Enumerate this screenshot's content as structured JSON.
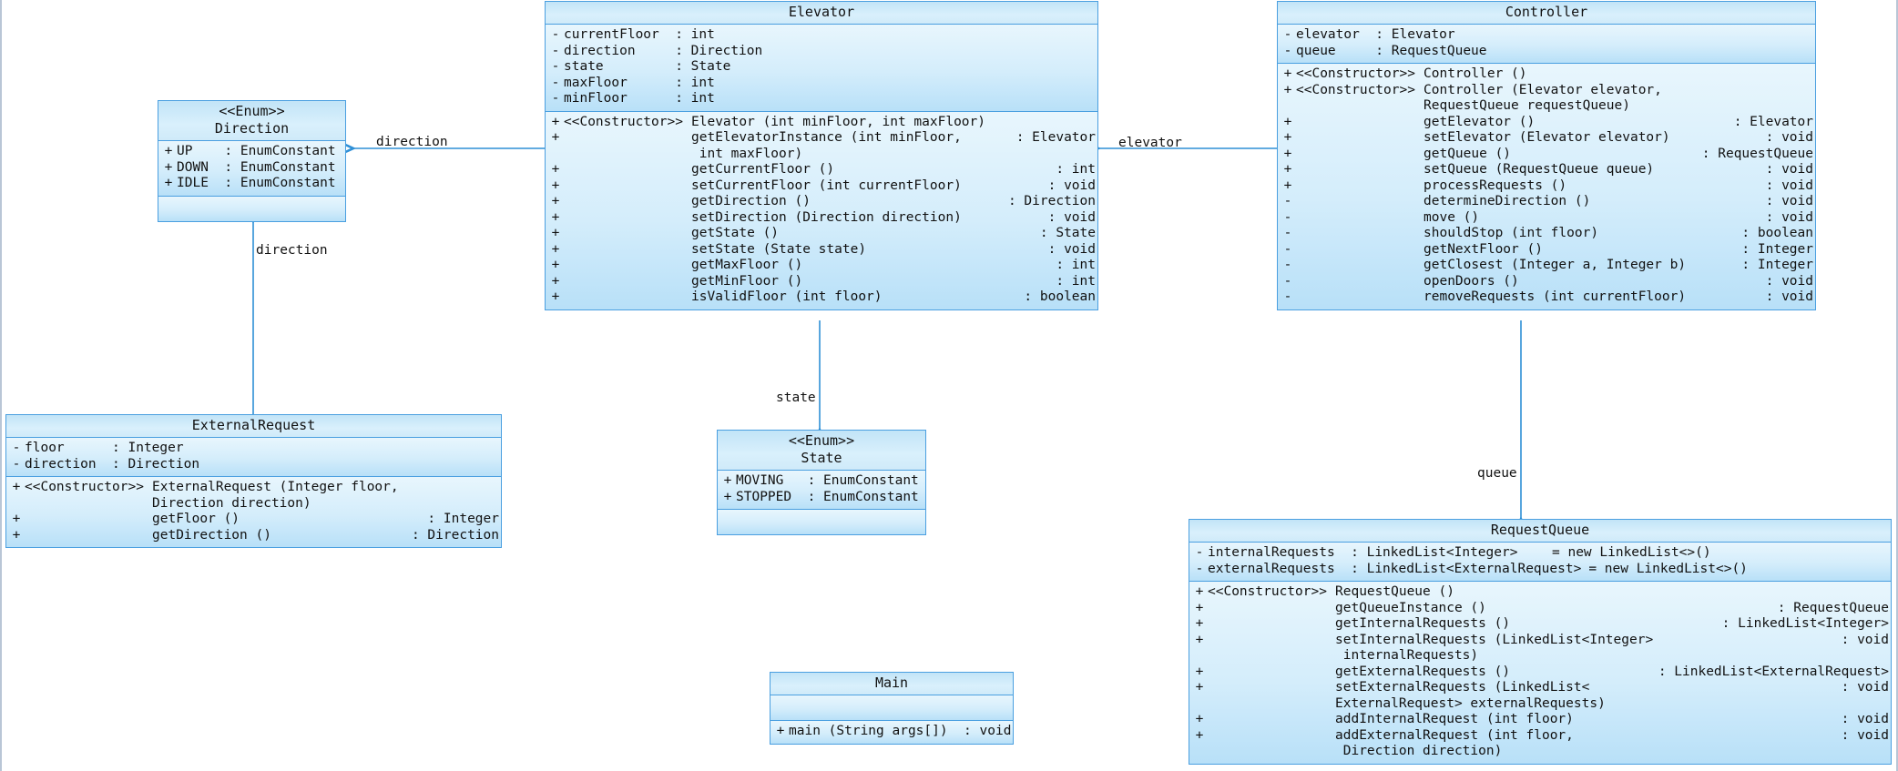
{
  "diagram": {
    "type": "uml-class-diagram",
    "accent": "#4a9fe0",
    "fill": "#cfeaf9"
  },
  "classes": {
    "elevator": {
      "name": "Elevator",
      "attributes": [
        {
          "vis": "-",
          "sig": "currentFloor  : int"
        },
        {
          "vis": "-",
          "sig": "direction     : Direction"
        },
        {
          "vis": "-",
          "sig": "state         : State"
        },
        {
          "vis": "-",
          "sig": "maxFloor      : int"
        },
        {
          "vis": "-",
          "sig": "minFloor      : int"
        }
      ],
      "operations": [
        {
          "vis": "+",
          "stereo": "<<Constructor>>",
          "sig": "Elevator (int minFloor, int maxFloor)",
          "ret": ""
        },
        {
          "vis": "+",
          "stereo": "",
          "sig": "getElevatorInstance (int minFloor,",
          "ret": ": Elevator"
        },
        {
          "vis": "",
          "stereo": "",
          "sig": " int maxFloor)",
          "ret": "",
          "cont": true
        },
        {
          "vis": "+",
          "stereo": "",
          "sig": "getCurrentFloor ()",
          "ret": ": int"
        },
        {
          "vis": "+",
          "stereo": "",
          "sig": "setCurrentFloor (int currentFloor)",
          "ret": ": void"
        },
        {
          "vis": "+",
          "stereo": "",
          "sig": "getDirection ()",
          "ret": ": Direction"
        },
        {
          "vis": "+",
          "stereo": "",
          "sig": "setDirection (Direction direction)",
          "ret": ": void"
        },
        {
          "vis": "+",
          "stereo": "",
          "sig": "getState ()",
          "ret": ": State"
        },
        {
          "vis": "+",
          "stereo": "",
          "sig": "setState (State state)",
          "ret": ": void"
        },
        {
          "vis": "+",
          "stereo": "",
          "sig": "getMaxFloor ()",
          "ret": ": int"
        },
        {
          "vis": "+",
          "stereo": "",
          "sig": "getMinFloor ()",
          "ret": ": int"
        },
        {
          "vis": "+",
          "stereo": "",
          "sig": "isValidFloor (int floor)",
          "ret": ": boolean"
        }
      ]
    },
    "controller": {
      "name": "Controller",
      "attributes": [
        {
          "vis": "-",
          "sig": "elevator  : Elevator"
        },
        {
          "vis": "-",
          "sig": "queue     : RequestQueue"
        }
      ],
      "operations": [
        {
          "vis": "+",
          "stereo": "<<Constructor>>",
          "sig": "Controller ()",
          "ret": ""
        },
        {
          "vis": "+",
          "stereo": "<<Constructor>>",
          "sig": "Controller (Elevator elevator,",
          "ret": ""
        },
        {
          "vis": "",
          "stereo": "",
          "sig": "RequestQueue requestQueue)",
          "ret": "",
          "cont": true,
          "indent": 138
        },
        {
          "vis": "+",
          "stereo": "",
          "sig": "getElevator ()",
          "ret": ": Elevator"
        },
        {
          "vis": "+",
          "stereo": "",
          "sig": "setElevator (Elevator elevator)",
          "ret": ": void"
        },
        {
          "vis": "+",
          "stereo": "",
          "sig": "getQueue ()",
          "ret": ": RequestQueue"
        },
        {
          "vis": "+",
          "stereo": "",
          "sig": "setQueue (RequestQueue queue)",
          "ret": ": void"
        },
        {
          "vis": "+",
          "stereo": "",
          "sig": "processRequests ()",
          "ret": ": void"
        },
        {
          "vis": "-",
          "stereo": "",
          "sig": "determineDirection ()",
          "ret": ": void"
        },
        {
          "vis": "-",
          "stereo": "",
          "sig": "move ()",
          "ret": ": void"
        },
        {
          "vis": "-",
          "stereo": "",
          "sig": "shouldStop (int floor)",
          "ret": ": boolean"
        },
        {
          "vis": "-",
          "stereo": "",
          "sig": "getNextFloor ()",
          "ret": ": Integer"
        },
        {
          "vis": "-",
          "stereo": "",
          "sig": "getClosest (Integer a, Integer b)",
          "ret": ": Integer"
        },
        {
          "vis": "-",
          "stereo": "",
          "sig": "openDoors ()",
          "ret": ": void"
        },
        {
          "vis": "-",
          "stereo": "",
          "sig": "removeRequests (int currentFloor)",
          "ret": ": void"
        }
      ]
    },
    "direction": {
      "stereotype": "<<Enum>>",
      "name": "Direction",
      "attributes": [
        {
          "vis": "+",
          "sig": "UP    : EnumConstant"
        },
        {
          "vis": "+",
          "sig": "DOWN  : EnumConstant"
        },
        {
          "vis": "+",
          "sig": "IDLE  : EnumConstant"
        }
      ],
      "operations": []
    },
    "state": {
      "stereotype": "<<Enum>>",
      "name": "State",
      "attributes": [
        {
          "vis": "+",
          "sig": "MOVING   : EnumConstant"
        },
        {
          "vis": "+",
          "sig": "STOPPED  : EnumConstant"
        }
      ],
      "operations": []
    },
    "external_request": {
      "name": "ExternalRequest",
      "attributes": [
        {
          "vis": "-",
          "sig": "floor      : Integer"
        },
        {
          "vis": "-",
          "sig": "direction  : Direction"
        }
      ],
      "operations": [
        {
          "vis": "+",
          "stereo": "<<Constructor>>",
          "sig": "ExternalRequest (Integer floor,",
          "ret": ""
        },
        {
          "vis": "",
          "stereo": "",
          "sig": "Direction direction)",
          "ret": "",
          "cont": true,
          "indent": 138
        },
        {
          "vis": "+",
          "stereo": "",
          "sig": "getFloor ()",
          "ret": ": Integer"
        },
        {
          "vis": "+",
          "stereo": "",
          "sig": "getDirection ()",
          "ret": ": Direction"
        }
      ]
    },
    "request_queue": {
      "name": "RequestQueue",
      "attributes": [
        {
          "vis": "-",
          "sig": "internalRequests  : LinkedList<Integer>",
          "init": "= new LinkedList<>()"
        },
        {
          "vis": "-",
          "sig": "externalRequests  : LinkedList<ExternalRequest>",
          "init": "= new LinkedList<>()"
        }
      ],
      "operations": [
        {
          "vis": "+",
          "stereo": "<<Constructor>>",
          "sig": "RequestQueue ()",
          "ret": ""
        },
        {
          "vis": "+",
          "stereo": "",
          "sig": "getQueueInstance ()",
          "ret": ": RequestQueue"
        },
        {
          "vis": "+",
          "stereo": "",
          "sig": "getInternalRequests ()",
          "ret": ": LinkedList<Integer>"
        },
        {
          "vis": "+",
          "stereo": "",
          "sig": "setInternalRequests (LinkedList<Integer>",
          "ret": ": void"
        },
        {
          "vis": "",
          "stereo": "",
          "sig": " internalRequests)",
          "ret": "",
          "cont": true
        },
        {
          "vis": "+",
          "stereo": "",
          "sig": "getExternalRequests ()",
          "ret": ": LinkedList<ExternalRequest>"
        },
        {
          "vis": "+",
          "stereo": "",
          "sig": "setExternalRequests (LinkedList<",
          "ret": ": void"
        },
        {
          "vis": "",
          "stereo": "",
          "sig": "ExternalRequest> externalRequests)",
          "ret": "",
          "cont": true
        },
        {
          "vis": "+",
          "stereo": "",
          "sig": "addInternalRequest (int floor)",
          "ret": ": void"
        },
        {
          "vis": "+",
          "stereo": "",
          "sig": "addExternalRequest (int floor,",
          "ret": ": void"
        },
        {
          "vis": "",
          "stereo": "",
          "sig": " Direction direction)",
          "ret": "",
          "cont": true
        }
      ]
    },
    "main": {
      "name": "Main",
      "attributes": [],
      "operations": [
        {
          "vis": "+",
          "stereo": "",
          "sig": "main (String args[])  : void",
          "ret": ""
        }
      ]
    }
  },
  "edges": [
    {
      "label": "direction",
      "from": "elevator",
      "to": "direction"
    },
    {
      "label": "direction",
      "from": "external-request",
      "to": "direction"
    },
    {
      "label": "elevator",
      "from": "controller",
      "to": "elevator"
    },
    {
      "label": "state",
      "from": "elevator",
      "to": "state"
    },
    {
      "label": "queue",
      "from": "controller",
      "to": "request-queue"
    }
  ]
}
